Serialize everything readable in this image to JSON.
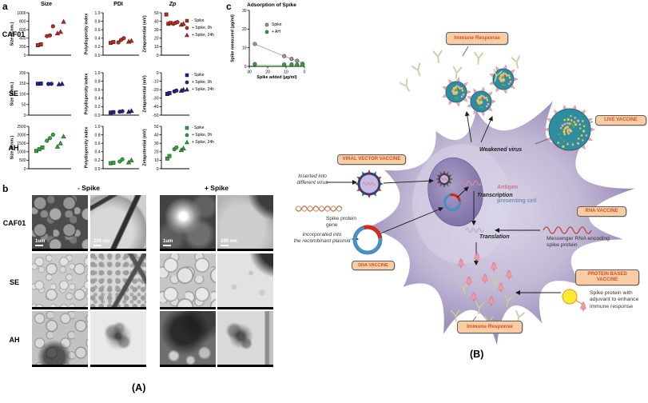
{
  "captions": {
    "a": "(A)",
    "b": "(B)"
  },
  "panel_a": {
    "label": "a",
    "row_labels": [
      "CAF01",
      "SE",
      "AH"
    ],
    "legends": [
      {
        "color": "#a93226",
        "edge": "#6e1610",
        "items": [
          {
            "marker": "square",
            "label": "- Spike"
          },
          {
            "marker": "circle",
            "label": "+ Spike, 0h"
          },
          {
            "marker": "triangle",
            "label": "+ Spike, 24h"
          }
        ]
      },
      {
        "color": "#24248f",
        "edge": "#12124f",
        "items": [
          {
            "marker": "square",
            "label": "- Spike"
          },
          {
            "marker": "circle",
            "label": "+ Spike, 0h"
          },
          {
            "marker": "triangle",
            "label": "+ Spike, 24h"
          }
        ]
      },
      {
        "color": "#3ca13c",
        "edge": "#175c1e",
        "items": [
          {
            "marker": "square",
            "label": "- Spike"
          },
          {
            "marker": "circle",
            "label": "+ Spike, 0h"
          },
          {
            "marker": "triangle",
            "label": "+ Spike, 24h"
          }
        ]
      }
    ]
  },
  "panel_c": {
    "label": "c",
    "legend": {
      "items": [
        {
          "marker": "circle",
          "label": "Spike",
          "color": "#9a9a9a",
          "edge": "#4a4a4a"
        },
        {
          "marker": "circle",
          "label": "+ AH",
          "color": "#3ca13c",
          "edge": "#175c1e"
        }
      ]
    }
  },
  "panel_b": {
    "label": "b",
    "col_headers": [
      "- Spike",
      "+ Spike"
    ],
    "row_labels": [
      "CAF01",
      "SE",
      "AH"
    ],
    "scale_labels": [
      "1um",
      "200 nm",
      "1um",
      "200 nm"
    ]
  },
  "chart_data": [
    {
      "id": "caf01_size",
      "type": "scatter",
      "title": "Size",
      "ylabel": "Size (d.nm.)",
      "ymin": 0,
      "ymax": 1000,
      "yticks": [
        "0",
        "200",
        "400",
        "600",
        "800",
        "1000"
      ],
      "color": "#a93226",
      "edge": "#6e1610",
      "series": [
        {
          "name": "- Spike",
          "marker": "square",
          "y": [
            235,
            255
          ]
        },
        {
          "name": "+ Spike, 0h",
          "marker": "circle",
          "y": [
            450,
            465,
            680
          ]
        },
        {
          "name": "+ Spike, 24h",
          "marker": "triangle",
          "y": [
            515,
            550,
            790
          ]
        }
      ]
    },
    {
      "id": "caf01_pdi",
      "type": "scatter",
      "title": "PDI",
      "ylabel": "Polydispersity index",
      "ymin": 0,
      "ymax": 1,
      "yticks": [
        "0.0",
        "0.2",
        "0.4",
        "0.6",
        "0.8",
        "1.0"
      ],
      "color": "#a93226",
      "edge": "#6e1610",
      "series": [
        {
          "name": "- Spike",
          "marker": "square",
          "y": [
            0.29,
            0.31
          ]
        },
        {
          "name": "+ Spike, 0h",
          "marker": "circle",
          "y": [
            0.3,
            0.36,
            0.4
          ]
        },
        {
          "name": "+ Spike, 24h",
          "marker": "triangle",
          "y": [
            0.32,
            0.34
          ]
        }
      ]
    },
    {
      "id": "caf01_zp",
      "type": "scatter",
      "title": "Zp",
      "ylabel": "Zetapotential (mV)",
      "ymin": 0,
      "ymax": 50,
      "yticks": [
        "0",
        "10",
        "20",
        "30",
        "40",
        "50"
      ],
      "color": "#a93226",
      "edge": "#6e1610",
      "series": [
        {
          "name": "- Spike",
          "marker": "square",
          "y": [
            48,
            37,
            38
          ]
        },
        {
          "name": "+ Spike, 0h",
          "marker": "circle",
          "y": [
            37,
            38,
            39
          ]
        },
        {
          "name": "+ Spike, 24h",
          "marker": "triangle",
          "y": [
            36,
            37
          ]
        }
      ]
    },
    {
      "id": "se_size",
      "type": "scatter",
      "title": "",
      "ylabel": "Size (d.nm.)",
      "ymin": 0,
      "ymax": 200,
      "yticks": [
        "0",
        "50",
        "100",
        "150",
        "200"
      ],
      "color": "#24248f",
      "edge": "#12124f",
      "series": [
        {
          "name": "- Spike",
          "marker": "square",
          "y": [
            148,
            149
          ]
        },
        {
          "name": "+ Spike, 0h",
          "marker": "circle",
          "y": [
            147,
            148
          ]
        },
        {
          "name": "+ Spike, 24h",
          "marker": "triangle",
          "y": [
            146,
            148
          ]
        }
      ]
    },
    {
      "id": "se_pdi",
      "type": "scatter",
      "title": "",
      "ylabel": "Polydispersity index",
      "ymin": 0,
      "ymax": 1,
      "yticks": [
        "0.0",
        "0.2",
        "0.4",
        "0.6",
        "0.8",
        "1.0"
      ],
      "color": "#24248f",
      "edge": "#12124f",
      "series": [
        {
          "name": "- Spike",
          "marker": "square",
          "y": [
            0.06,
            0.07
          ]
        },
        {
          "name": "+ Spike, 0h",
          "marker": "circle",
          "y": [
            0.08,
            0.09
          ]
        },
        {
          "name": "+ Spike, 24h",
          "marker": "triangle",
          "y": [
            0.08,
            0.1
          ]
        }
      ]
    },
    {
      "id": "se_zp",
      "type": "scatter",
      "title": "",
      "ylabel": "Zetapotential (mV)",
      "ymin": -50,
      "ymax": 0,
      "yticks": [
        "0",
        "-10",
        "-20",
        "-30",
        "-40",
        "-50"
      ],
      "color": "#24248f",
      "edge": "#12124f",
      "series": [
        {
          "name": "- Spike",
          "marker": "square",
          "y": [
            -25,
            -24
          ]
        },
        {
          "name": "+ Spike, 0h",
          "marker": "circle",
          "y": [
            -22,
            -21
          ]
        },
        {
          "name": "+ Spike, 24h",
          "marker": "triangle",
          "y": [
            -21,
            -20
          ]
        }
      ]
    },
    {
      "id": "ah_size",
      "type": "scatter",
      "title": "",
      "ylabel": "Size (d.nm.)",
      "ymin": 0,
      "ymax": 2500,
      "yticks": [
        "0",
        "500",
        "1000",
        "1500",
        "2000",
        "2500"
      ],
      "color": "#3ca13c",
      "edge": "#175c1e",
      "series": [
        {
          "name": "- Spike",
          "marker": "square",
          "y": [
            1050,
            1150,
            1250
          ]
        },
        {
          "name": "+ Spike, 0h",
          "marker": "circle",
          "y": [
            1650,
            1800,
            2000
          ]
        },
        {
          "name": "+ Spike, 24h",
          "marker": "triangle",
          "y": [
            1300,
            1500,
            1900
          ]
        }
      ]
    },
    {
      "id": "ah_pdi",
      "type": "scatter",
      "title": "",
      "ylabel": "Polydispersity index",
      "ymin": 0,
      "ymax": 1,
      "yticks": [
        "0.0",
        "0.2",
        "0.4",
        "0.6",
        "0.8",
        "1.0"
      ],
      "color": "#3ca13c",
      "edge": "#175c1e",
      "series": [
        {
          "name": "- Spike",
          "marker": "square",
          "y": [
            0.13,
            0.14
          ]
        },
        {
          "name": "+ Spike, 0h",
          "marker": "circle",
          "y": [
            0.17,
            0.22
          ]
        },
        {
          "name": "+ Spike, 24h",
          "marker": "triangle",
          "y": [
            0.15,
            0.2
          ]
        }
      ]
    },
    {
      "id": "ah_zp",
      "type": "scatter",
      "title": "",
      "ylabel": "Zetapotential (mV)",
      "ymin": 0,
      "ymax": 50,
      "yticks": [
        "0",
        "10",
        "20",
        "30",
        "40",
        "50"
      ],
      "color": "#3ca13c",
      "edge": "#175c1e",
      "series": [
        {
          "name": "- Spike",
          "marker": "square",
          "y": [
            12,
            15
          ]
        },
        {
          "name": "+ Spike, 0h",
          "marker": "circle",
          "y": [
            23,
            25
          ]
        },
        {
          "name": "+ Spike, 24h",
          "marker": "triangle",
          "y": [
            22,
            24
          ]
        }
      ]
    },
    {
      "id": "adsorption",
      "type": "scatter",
      "title": "Adsorption of Spike",
      "ylabel": "Spike measured (µg/ml)",
      "xlabel": "Spike added (µg/ml)",
      "ymin": 0,
      "ymax": 30,
      "yticks": [
        "0",
        "10",
        "20",
        "30"
      ],
      "xmin": 0,
      "xmax": 30,
      "xreverse": true,
      "xticks": [
        "30",
        "20",
        "10",
        "0"
      ],
      "series": [
        {
          "name": "Spike",
          "marker": "circle",
          "color": "#9a9a9a",
          "edge": "#4a4a4a",
          "line": true,
          "points": [
            [
              27,
              12
            ],
            [
              11,
              5.5
            ],
            [
              7,
              4
            ],
            [
              4,
              3
            ],
            [
              1,
              1.5
            ]
          ]
        },
        {
          "name": "+ AH",
          "marker": "circle",
          "color": "#3ca13c",
          "edge": "#175c1e",
          "band": true,
          "points": [
            [
              27,
              1.2
            ],
            [
              11,
              1.0
            ],
            [
              7,
              1.0
            ],
            [
              4,
              0.9
            ],
            [
              1,
              0.8
            ]
          ]
        }
      ]
    }
  ],
  "diagram": {
    "boxes": {
      "immune_top": "Immune Response",
      "live": "LIVE VACCINE",
      "viral_vector": "VIRAL VECTOR VACCINE",
      "rna": "RNA VACCINE",
      "dna": "DNA VACCINE",
      "protein": "PROTEIN BASED\nVACCINE",
      "immune_bottom": "Immune Response"
    },
    "annotations": {
      "weakened_virus": "Weakened virus",
      "inserted": "Inserted into\ndifferent virus",
      "spike_gene": "Spike protein\ngene",
      "incorporated": "Incorporated into\nthe recombinant plasmid",
      "antigen_1": "Antigen",
      "antigen_2": "presenting cell",
      "transcription": "Transcription",
      "translation": "Translation",
      "mrna": "Messenger RNA encoding\nspike protein",
      "adjuvant": "Spike protein with\nadjuvant to enhance\nimmune response"
    }
  },
  "colors": {
    "box_fill": "#f9cda4",
    "box_border": "#5f5f5f",
    "box_text": "#d34f27",
    "cell_purple": "#8a7bae",
    "nucleus_purple": "#8a7cb5",
    "antibody_green": "#b3bd85",
    "spike_pink": "#f09aa6",
    "virus_teal": "#2f8da0",
    "adjuvant_yellow": "#ffe936",
    "caf01_red": "#a93226",
    "se_blue": "#24248f",
    "ah_green": "#3ca13c",
    "spike_gray": "#9a9a9a"
  }
}
